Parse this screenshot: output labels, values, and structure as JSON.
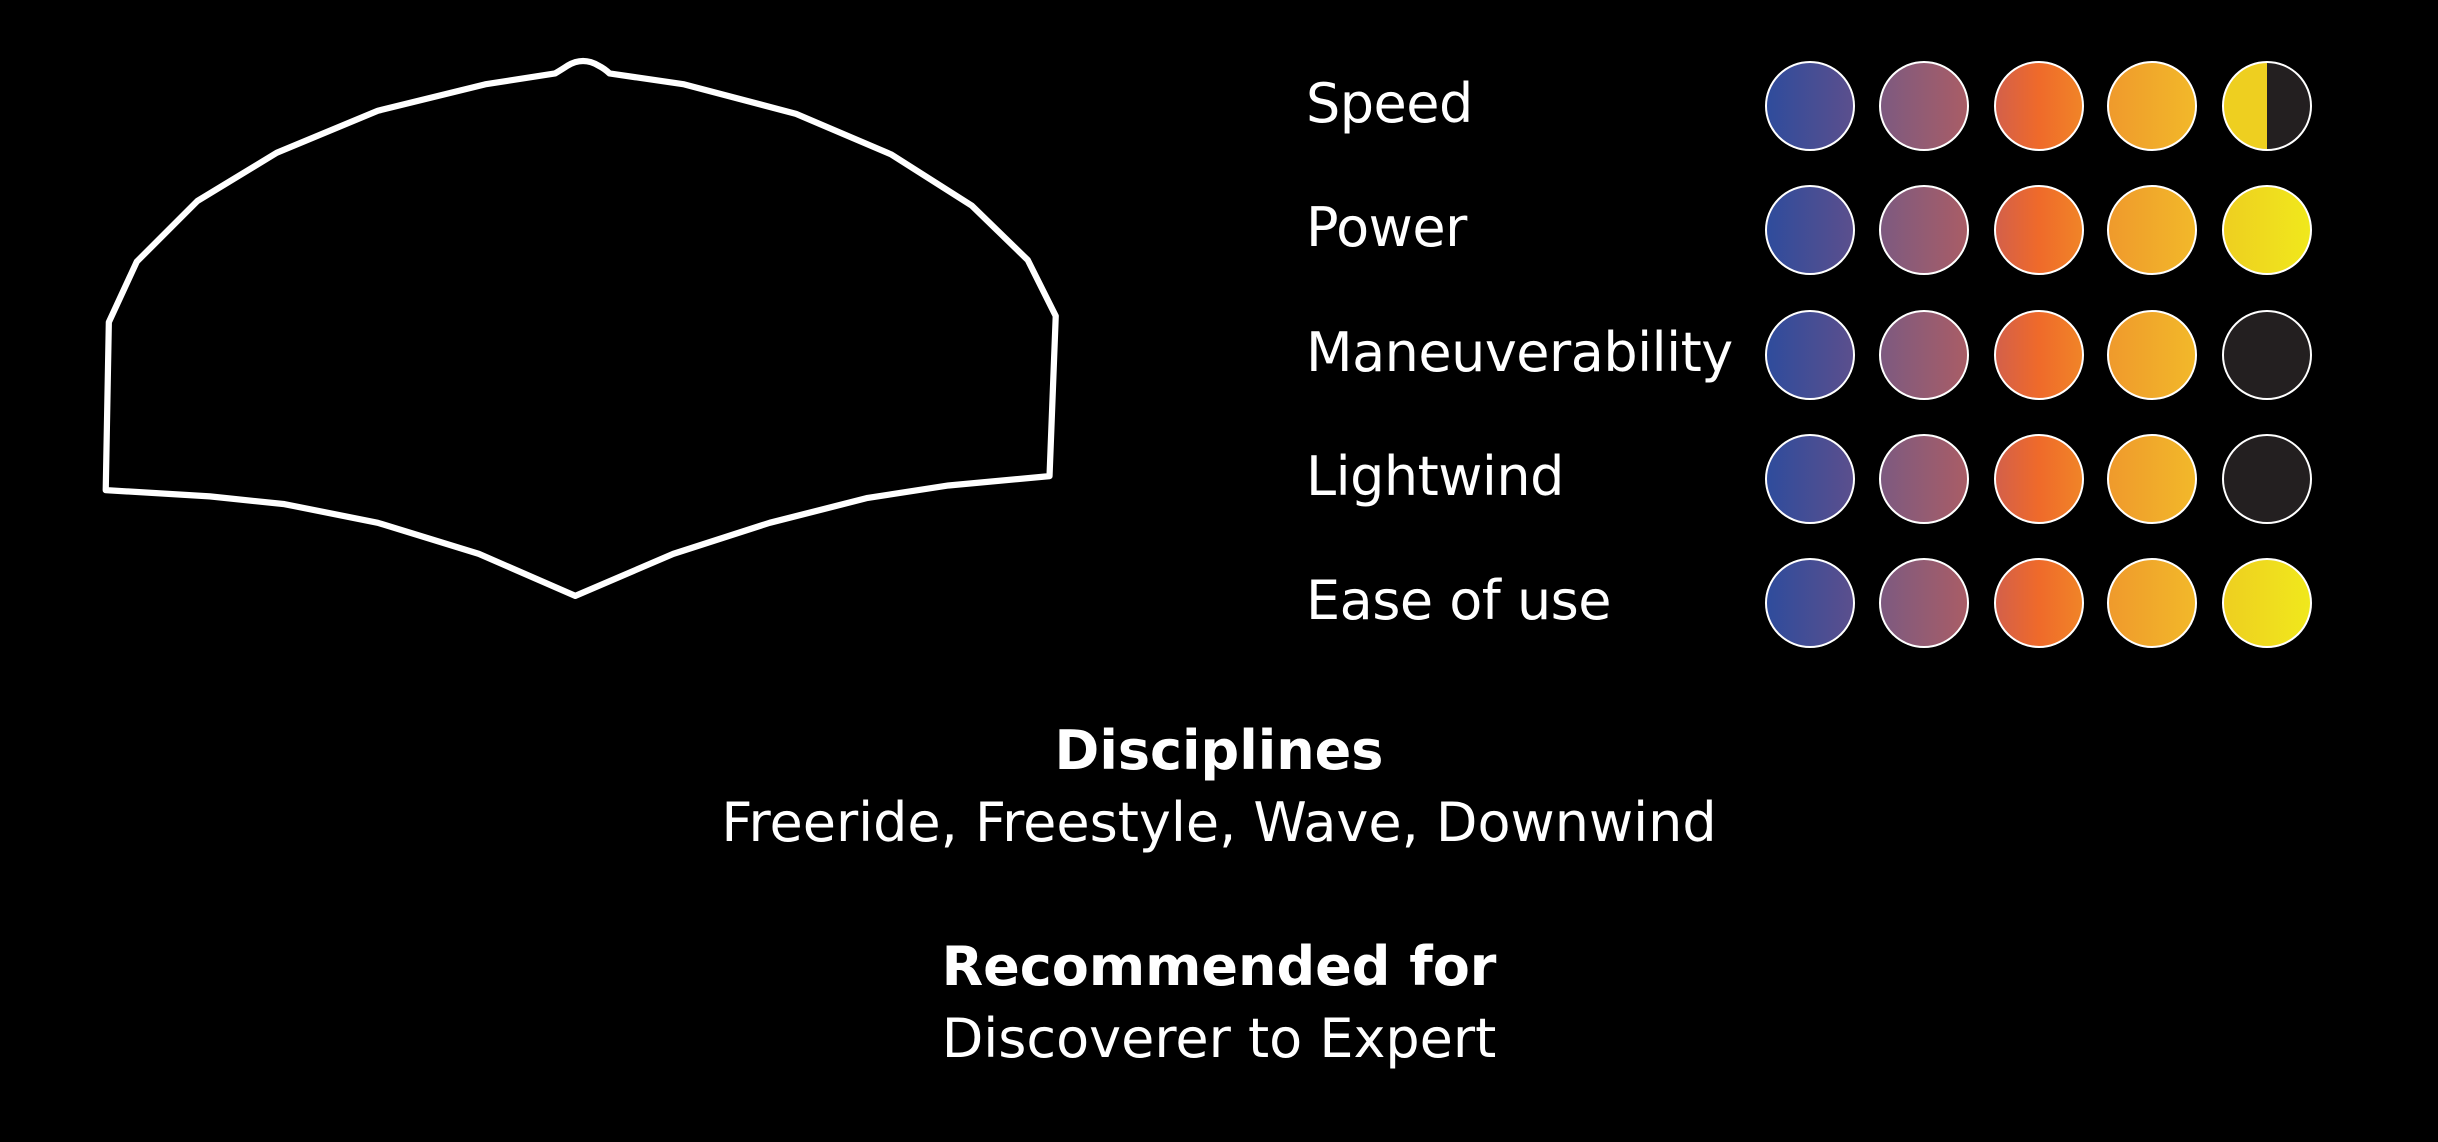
{
  "ratings": [
    {
      "label": "Speed",
      "value": 4.5
    },
    {
      "label": "Power",
      "value": 5
    },
    {
      "label": "Maneuverability",
      "value": 4
    },
    {
      "label": "Lightwind",
      "value": 4
    },
    {
      "label": "Ease of use",
      "value": 5
    }
  ],
  "rating_max": 5,
  "colors": {
    "dot_gradients": [
      [
        "#2f4c9c",
        "#5b4f8d"
      ],
      [
        "#7d5a80",
        "#a95d66"
      ],
      [
        "#d3604a",
        "#ef6a2a",
        "#f08428"
      ],
      [
        "#ef9a2c",
        "#f2b82a"
      ],
      [
        "#eecf20",
        "#f0e81c"
      ]
    ],
    "empty": "#231f20"
  },
  "disciplines": {
    "heading": "Disciplines",
    "text": "Freeride, Freestyle, Wave, Downwind"
  },
  "recommended": {
    "heading": "Recommended for",
    "text": "Discoverer to Expert"
  }
}
